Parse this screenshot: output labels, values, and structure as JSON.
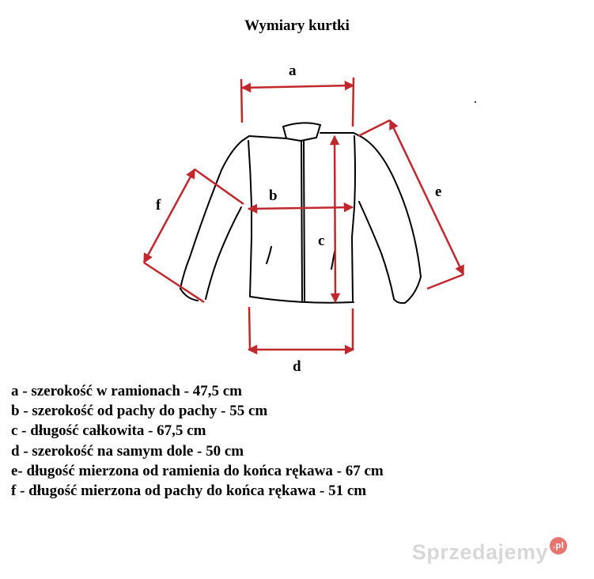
{
  "title": "Wymiary kurtki",
  "labels": {
    "a": "a",
    "b": "b",
    "c": "c",
    "d": "d",
    "e": "e",
    "f": "f"
  },
  "legend": [
    "a - szerokość w ramionach - 47,5 cm",
    "b - szerokość od pachy do pachy - 55 cm",
    "c - długość całkowita - 67,5 cm",
    "d - szerokość na samym dole - 50 cm",
    "e- długość mierzona od ramienia do końca rękawa - 67 cm",
    "f - długość mierzona od pachy do końca rękawa - 51 cm"
  ],
  "watermark": {
    "brand": "Sprzedajemy",
    "tld": ".pl"
  },
  "colors": {
    "arrow": "#c0282e",
    "outline": "#000000"
  }
}
